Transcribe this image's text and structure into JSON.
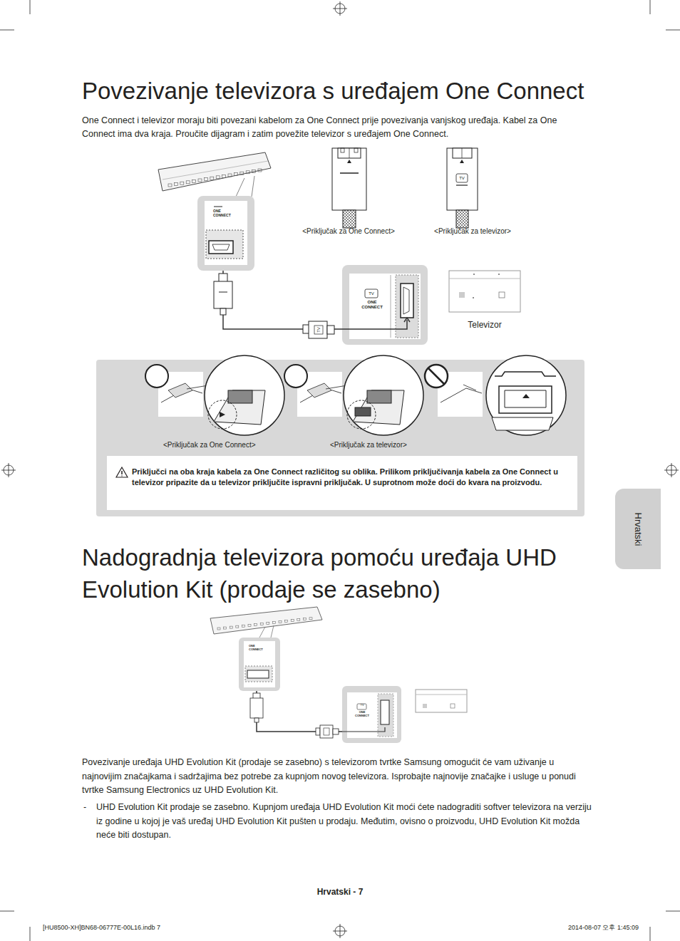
{
  "diagram": {
    "title": "Povezivanje televizora s uređajem One Connect",
    "nodes": [
      {
        "text": [
          "ONE CONNECT"
        ]
      },
      {
        "text": [
          "TV",
          "ONE CONNECT"
        ]
      },
      {
        "text": [
          "<Priključak za One Connect>",
          "<Priključak za televizor>"
        ]
      },
      {
        "text": [
          "Priključci na oba kraja kabela za One Connect različitog su oblika. Prilikom priključivanja kabela za One Connect u televizor pripazite da u televizor priključite ispravni priključak. U suprotnom može doći do kvara na proizvodu."
        ],
        "in": 2
      },
      {
        "text": [
          "ONE CONNECT"
        ]
      },
      {
        "text": [
          "TV",
          "ONE CONNECT"
        ]
      },
      {
        "text": [
          "Hrvatski"
        ]
      }
    ],
    "edges": [
      {
        "from": 0,
        "to": 1,
        "arrow": "none"
      },
      {
        "from": 4,
        "to": 5,
        "arrow": "none"
      }
    ],
    "labels": [
      "One Connect i televizor moraju biti povezani kabelom za One Connect prije povezivanja vanjskog uređaja. Kabel za One Connect ima dva kraja. Proučite dijagram i zatim povežite televizor s uređajem One Connect.",
      "<Priključak za One Connect>",
      "<Priključak za televizor>",
      "TV",
      "TV",
      "Televizor",
      "Nadogradnja televizora pomoću uređaja UHD Evolution Kit (prodaje se zasebno)",
      "Povezivanje uređaja UHD Evolution Kit (prodaje se zasebno) s televizorom tvrtke Samsung omogućit će vam uživanje u najnovijim značajkama i sadržajima bez potrebe za kupnjom novog televizora. Isprobajte najnovije značajke i usluge u ponudi tvrtke Samsung Electronics uz UHD Evolution Kit.",
      "-",
      "UHD Evolution Kit prodaje se zasebno. Kupnjom uređaja UHD Evolution Kit moći ćete nadograditi softver televizora na verziju iz godine u kojoj je vaš uređaj UHD Evolution Kit pušten u prodaju. Međutim, ovisno o proizvodu, UHD Evolution Kit možda neće biti dostupan.",
      "Hrvatski - 7",
      "[HU8500-XH]BN68-06777E-00L16.indb 7",
      "2014-08-07 오후 1:45:09"
    ]
  }
}
